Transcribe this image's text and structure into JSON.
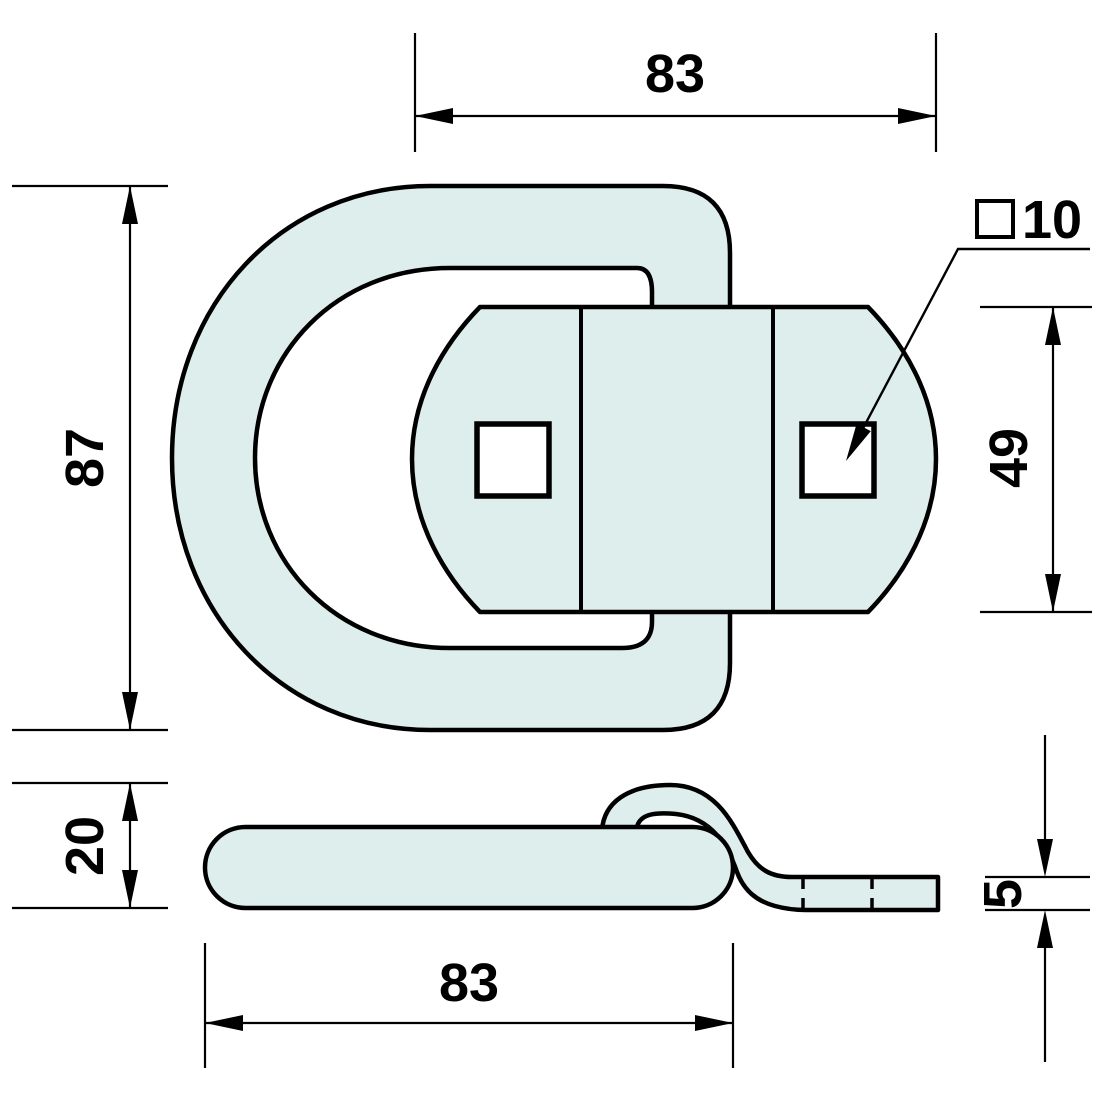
{
  "colors": {
    "part_fill": "#deeeec",
    "hole_fill": "#ffffff",
    "outline": "#000000",
    "background": "#ffffff"
  },
  "dimensions": {
    "top_width": {
      "value": "83"
    },
    "overall_height": {
      "value": "87"
    },
    "fitting_width": {
      "value": "49"
    },
    "side_overall_height": {
      "value": "20"
    },
    "plate_thickness": {
      "value": "5"
    },
    "plate_length": {
      "value": "83"
    },
    "hole_size": {
      "symbol": "□",
      "value": "10"
    }
  }
}
